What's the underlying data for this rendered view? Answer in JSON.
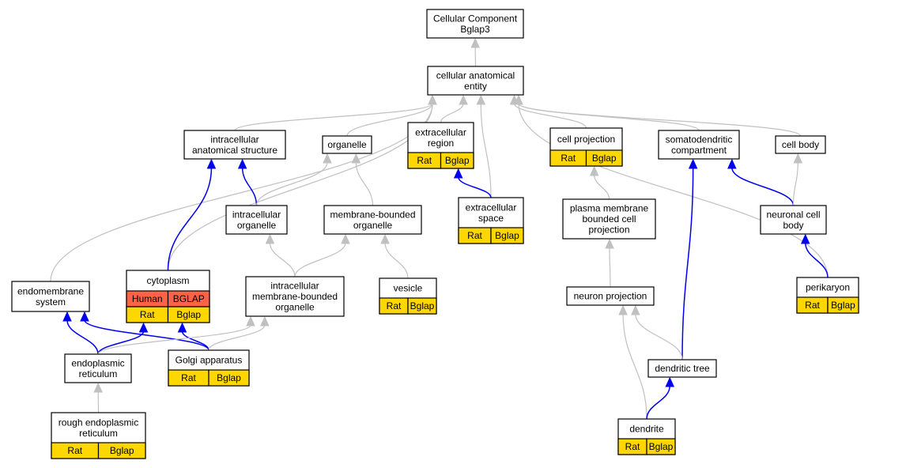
{
  "colors": {
    "background": "#ffffff",
    "node_border": "#000000",
    "edge_gray": "#c0c0c0",
    "edge_blue": "#0000ee",
    "tag_rat": "#ffd700",
    "tag_human": "#ff6347"
  },
  "nodes": {
    "root": {
      "lines": [
        "Cellular Component",
        "Bglap3"
      ]
    },
    "cellular_anatomical_entity": {
      "lines": [
        "cellular anatomical",
        "entity"
      ]
    },
    "intracellular_anatomical_structure": {
      "lines": [
        "intracellular",
        "anatomical structure"
      ]
    },
    "organelle": {
      "lines": [
        "organelle"
      ]
    },
    "extracellular_region": {
      "lines": [
        "extracellular",
        "region"
      ],
      "tags": [
        [
          "Rat",
          "Bglap"
        ]
      ]
    },
    "cell_projection": {
      "lines": [
        "cell projection"
      ],
      "tags": [
        [
          "Rat",
          "Bglap"
        ]
      ]
    },
    "somatodendritic_compartment": {
      "lines": [
        "somatodendritic",
        "compartment"
      ]
    },
    "cell_body": {
      "lines": [
        "cell body"
      ]
    },
    "intracellular_organelle": {
      "lines": [
        "intracellular",
        "organelle"
      ]
    },
    "membrane_bounded_organelle": {
      "lines": [
        "membrane-bounded",
        "organelle"
      ]
    },
    "extracellular_space": {
      "lines": [
        "extracellular",
        "space"
      ],
      "tags": [
        [
          "Rat",
          "Bglap"
        ]
      ]
    },
    "plasma_membrane_bounded_cell_projection": {
      "lines": [
        "plasma membrane",
        "bounded cell",
        "projection"
      ]
    },
    "neuronal_cell_body": {
      "lines": [
        "neuronal cell",
        "body"
      ]
    },
    "cytoplasm": {
      "lines": [
        "cytoplasm"
      ],
      "tags": [
        [
          "Human",
          "BGLAP"
        ],
        [
          "Rat",
          "Bglap"
        ]
      ]
    },
    "endomembrane_system": {
      "lines": [
        "endomembrane",
        "system"
      ]
    },
    "intracellular_membrane_bounded_organelle": {
      "lines": [
        "intracellular",
        "membrane-bounded",
        "organelle"
      ]
    },
    "vesicle": {
      "lines": [
        "vesicle"
      ],
      "tags": [
        [
          "Rat",
          "Bglap"
        ]
      ]
    },
    "neuron_projection": {
      "lines": [
        "neuron projection"
      ]
    },
    "perikaryon": {
      "lines": [
        "perikaryon"
      ],
      "tags": [
        [
          "Rat",
          "Bglap"
        ]
      ]
    },
    "golgi_apparatus": {
      "lines": [
        "Golgi apparatus"
      ],
      "tags": [
        [
          "Rat",
          "Bglap"
        ]
      ]
    },
    "endoplasmic_reticulum": {
      "lines": [
        "endoplasmic",
        "reticulum"
      ]
    },
    "dendritic_tree": {
      "lines": [
        "dendritic tree"
      ]
    },
    "rough_endoplasmic_reticulum": {
      "lines": [
        "rough endoplasmic",
        "reticulum"
      ],
      "tags": [
        [
          "Rat",
          "Bglap"
        ]
      ]
    },
    "dendrite": {
      "lines": [
        "dendrite"
      ],
      "tags": [
        [
          "Rat",
          "Bglap"
        ]
      ]
    }
  },
  "edges": [
    {
      "from": "cellular_anatomical_entity",
      "to": "root",
      "kind": "gray"
    },
    {
      "from": "intracellular_anatomical_structure",
      "to": "cellular_anatomical_entity",
      "kind": "gray"
    },
    {
      "from": "organelle",
      "to": "cellular_anatomical_entity",
      "kind": "gray"
    },
    {
      "from": "extracellular_region",
      "to": "cellular_anatomical_entity",
      "kind": "gray"
    },
    {
      "from": "extracellular_space",
      "to": "cellular_anatomical_entity",
      "kind": "gray"
    },
    {
      "from": "cell_projection",
      "to": "cellular_anatomical_entity",
      "kind": "gray"
    },
    {
      "from": "somatodendritic_compartment",
      "to": "cellular_anatomical_entity",
      "kind": "gray"
    },
    {
      "from": "cell_body",
      "to": "cellular_anatomical_entity",
      "kind": "gray"
    },
    {
      "from": "cytoplasm",
      "to": "cellular_anatomical_entity",
      "kind": "gray"
    },
    {
      "from": "endomembrane_system",
      "to": "cellular_anatomical_entity",
      "kind": "gray"
    },
    {
      "from": "perikaryon",
      "to": "cellular_anatomical_entity",
      "kind": "gray"
    },
    {
      "from": "intracellular_organelle",
      "to": "intracellular_anatomical_structure",
      "kind": "blue"
    },
    {
      "from": "cytoplasm",
      "to": "intracellular_anatomical_structure",
      "kind": "blue"
    },
    {
      "from": "intracellular_organelle",
      "to": "organelle",
      "kind": "gray"
    },
    {
      "from": "membrane_bounded_organelle",
      "to": "organelle",
      "kind": "gray"
    },
    {
      "from": "extracellular_space",
      "to": "extracellular_region",
      "kind": "blue"
    },
    {
      "from": "plasma_membrane_bounded_cell_projection",
      "to": "cell_projection",
      "kind": "gray"
    },
    {
      "from": "neuronal_cell_body",
      "to": "somatodendritic_compartment",
      "kind": "blue"
    },
    {
      "from": "dendritic_tree",
      "to": "somatodendritic_compartment",
      "kind": "blue"
    },
    {
      "from": "neuronal_cell_body",
      "to": "cell_body",
      "kind": "gray"
    },
    {
      "from": "intracellular_membrane_bounded_organelle",
      "to": "intracellular_organelle",
      "kind": "gray"
    },
    {
      "from": "intracellular_membrane_bounded_organelle",
      "to": "membrane_bounded_organelle",
      "kind": "gray"
    },
    {
      "from": "vesicle",
      "to": "membrane_bounded_organelle",
      "kind": "gray"
    },
    {
      "from": "neuron_projection",
      "to": "plasma_membrane_bounded_cell_projection",
      "kind": "gray"
    },
    {
      "from": "perikaryon",
      "to": "neuronal_cell_body",
      "kind": "blue"
    },
    {
      "from": "endoplasmic_reticulum",
      "to": "cytoplasm",
      "kind": "blue"
    },
    {
      "from": "golgi_apparatus",
      "to": "cytoplasm",
      "kind": "blue"
    },
    {
      "from": "endoplasmic_reticulum",
      "to": "endomembrane_system",
      "kind": "blue"
    },
    {
      "from": "golgi_apparatus",
      "to": "endomembrane_system",
      "kind": "blue"
    },
    {
      "from": "endoplasmic_reticulum",
      "to": "intracellular_membrane_bounded_organelle",
      "kind": "gray"
    },
    {
      "from": "golgi_apparatus",
      "to": "intracellular_membrane_bounded_organelle",
      "kind": "gray"
    },
    {
      "from": "dendritic_tree",
      "to": "neuron_projection",
      "kind": "gray"
    },
    {
      "from": "dendrite",
      "to": "neuron_projection",
      "kind": "gray"
    },
    {
      "from": "rough_endoplasmic_reticulum",
      "to": "endoplasmic_reticulum",
      "kind": "gray"
    },
    {
      "from": "dendrite",
      "to": "dendritic_tree",
      "kind": "blue"
    }
  ]
}
